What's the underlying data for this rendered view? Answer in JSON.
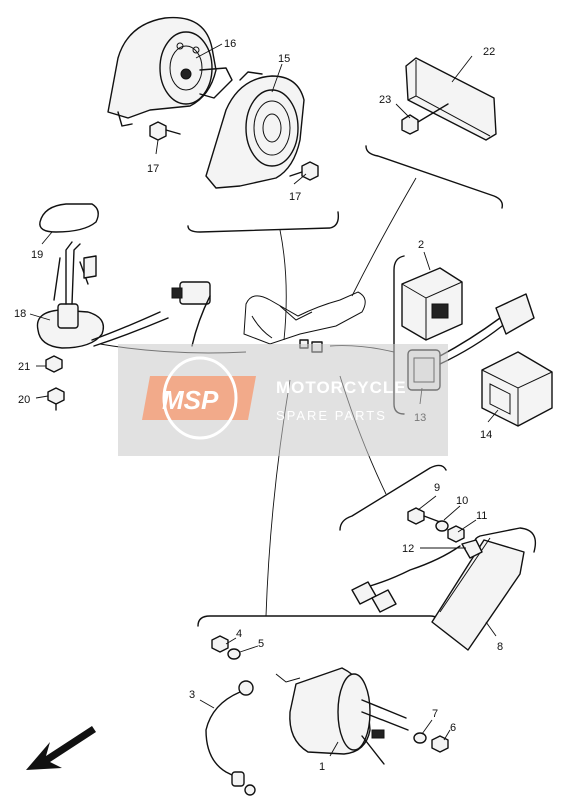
{
  "diagram": {
    "type": "exploded parts diagram",
    "part_labels": {
      "p1": "1",
      "p2": "2",
      "p3": "3",
      "p4": "4",
      "p5": "5",
      "p6": "6",
      "p7": "7",
      "p8": "8",
      "p9": "9",
      "p10": "10",
      "p11": "11",
      "p12": "12",
      "p13": "13",
      "p14": "14",
      "p15": "15",
      "p16": "16",
      "p17a": "17",
      "p17b": "17",
      "p18": "18",
      "p19": "19",
      "p20": "20",
      "p21": "21",
      "p22": "22",
      "p23": "23"
    }
  },
  "watermark": {
    "logo": "MSP",
    "line1": "MOTORCYCLE",
    "line2": "SPARE PARTS"
  }
}
